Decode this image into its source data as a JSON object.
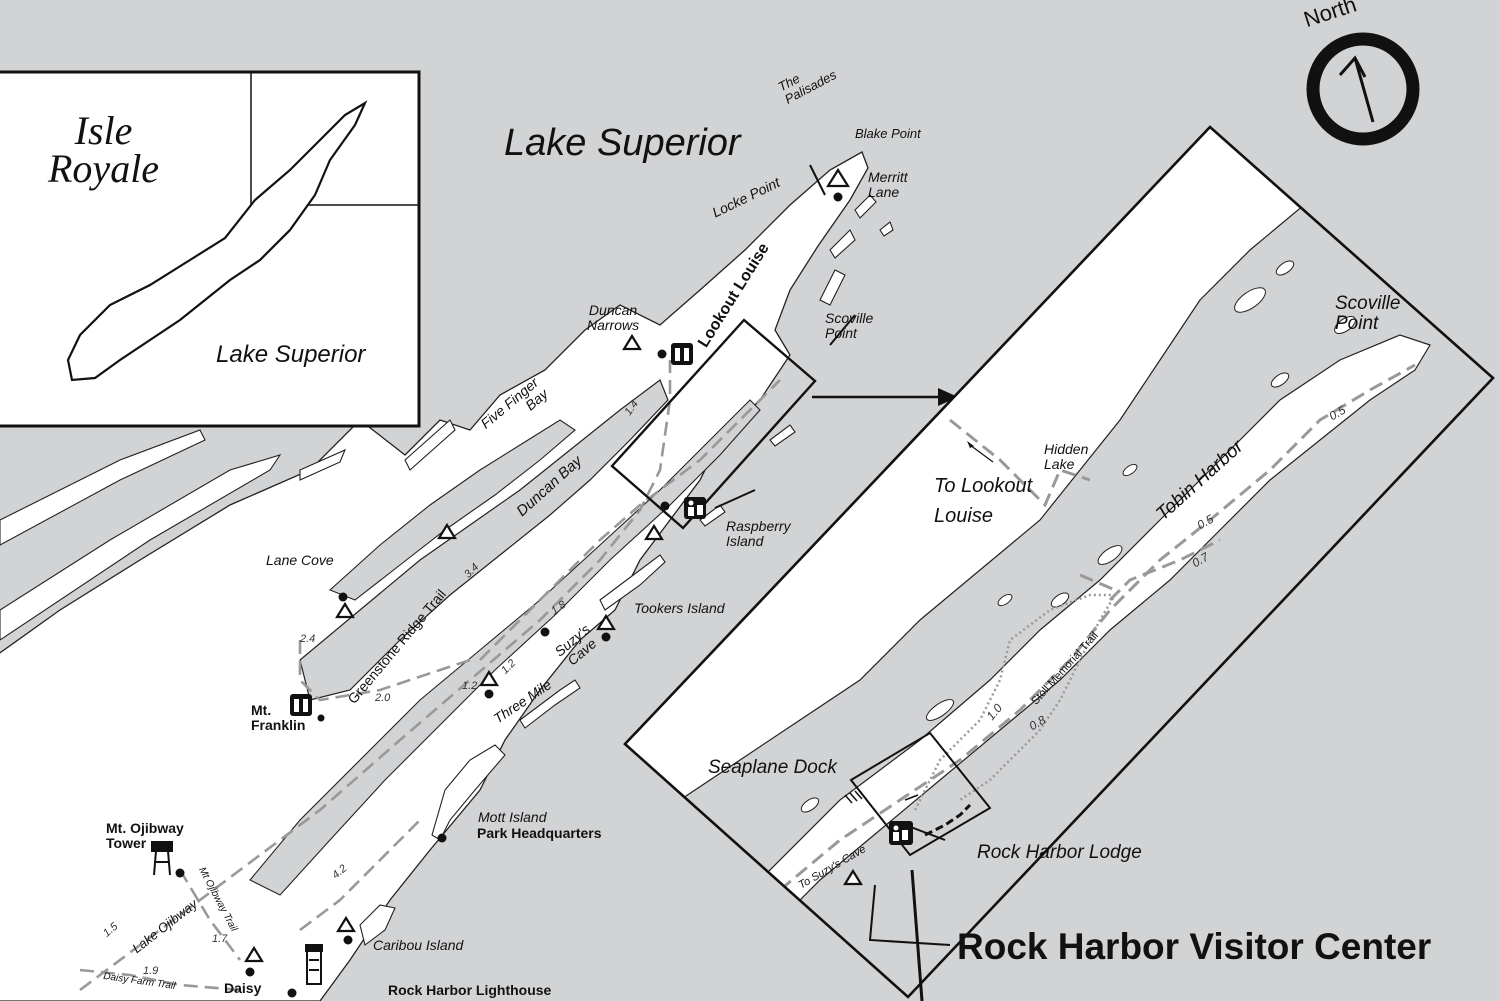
{
  "inset": {
    "title_line1": "Isle",
    "title_line2": "Royale",
    "lake_label": "Lake Superior"
  },
  "compass": {
    "label": "North"
  },
  "main": {
    "lake_label": "Lake Superior",
    "places": {
      "the_palisades": "The\nPalisades",
      "blake_point": "Blake Point",
      "merritt_lane": "Merritt\nLane",
      "locke_point": "Locke Point",
      "lookout_louise": "Lookout Louise",
      "duncan_narrows": "Duncan\nNarrows",
      "scoville_point": "Scoville\nPoint",
      "five_finger_bay": "Five Finger\nBay",
      "duncan_bay": "Duncan Bay",
      "raspberry_island": "Raspberry\nIsland",
      "lane_cove": "Lane Cove",
      "tookers_island": "Tookers Island",
      "suzys_cave": "Suzy's\nCave",
      "three_mile": "Three Mile",
      "mt_franklin": "Mt.\nFranklin",
      "mott_island": "Mott Island",
      "park_headquarters": "Park Headquarters",
      "mt_ojibway_tower": "Mt. Ojibway\nTower",
      "caribou_island": "Caribou Island",
      "rock_harbor_lighthouse": "Rock Harbor Lighthouse",
      "daisy": "Daisy"
    },
    "trails": {
      "greenstone_ridge": "Greenstone Ridge Trail",
      "lake_ojibway": "Lake Ojibway",
      "mt_ojibway_trail": "Mt Ojibway Trail",
      "daisy_farm_trail": "Daisy Farm Trail"
    },
    "distances": [
      "1.4",
      "3.4",
      "2.4",
      "2.0",
      "1.8",
      "1.2",
      "1.2",
      "4.2",
      "1.5",
      "1.7",
      "1.9"
    ]
  },
  "detail": {
    "scoville_point": "Scoville\nPoint",
    "tobin_harbor": "Tobin Harbor",
    "hidden_lake": "Hidden\nLake",
    "to_lookout_louise": "To Lookout\nLouise",
    "seaplane_dock": "Seaplane Dock",
    "to_suzys_cave": "To Suzy's Cave",
    "stoll_memorial_trail": "Stoll Memorial Trail",
    "rock_harbor_lodge": "Rock Harbor Lodge",
    "distances": [
      "0.5",
      "0.5",
      "0.7",
      "1.0",
      "0.8"
    ]
  },
  "callout": {
    "label": "Rock Harbor Visitor Center"
  },
  "colors": {
    "water": "#d2d3d5",
    "land": "#ffffff",
    "ink": "#111111",
    "trail": "#999999"
  },
  "icons": [
    "campground-icon",
    "ranger-station-icon",
    "visitor-center-icon",
    "fire-tower-icon",
    "lighthouse-icon",
    "north-arrow-icon"
  ]
}
